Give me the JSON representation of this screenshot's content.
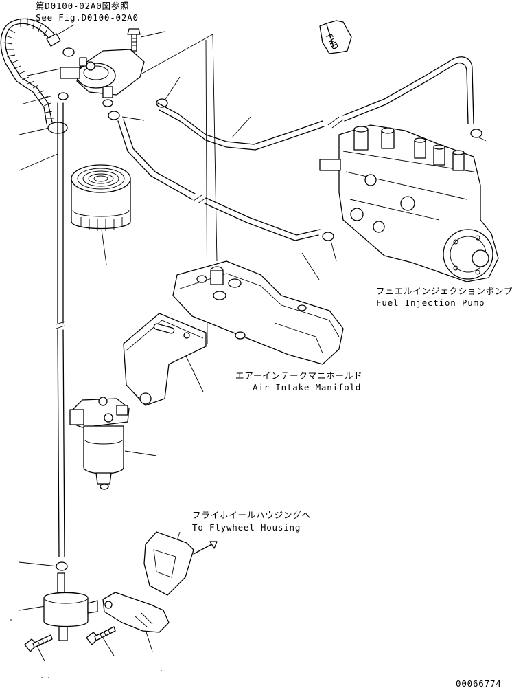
{
  "labels": {
    "ref_jp": "第D0100-02A0図参照",
    "ref_en": "See Fig.D0100-02A0",
    "fwd": "FWD",
    "pump_jp": "フュエルインジェクションポンプ",
    "pump_en": "Fuel Injection Pump",
    "manifold_jp": "エアーインテークマニホールド",
    "manifold_en": "Air Intake Manifold",
    "flywheel_jp": "フライホイールハウジングへ",
    "flywheel_en": "To Flywheel Housing",
    "drawing_no": "00066774"
  }
}
